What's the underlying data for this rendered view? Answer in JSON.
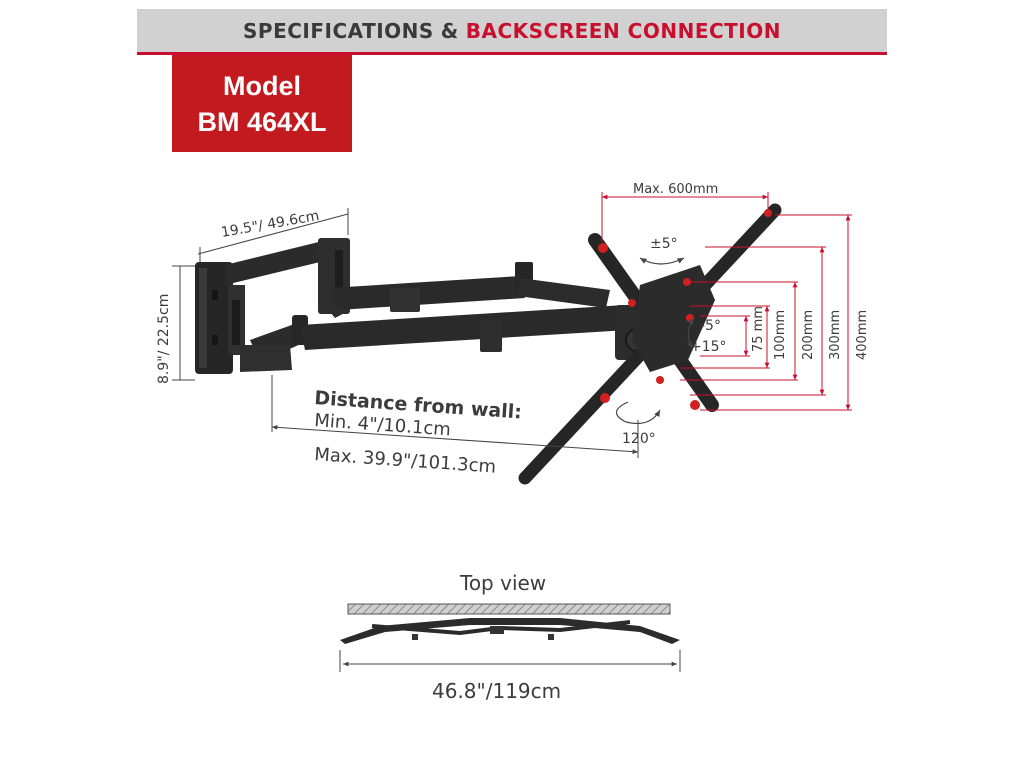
{
  "header": {
    "title_part1": "SPECIFICATIONS",
    "title_amp": "&",
    "title_part2": "BACKSCREEN CONNECTION"
  },
  "model": {
    "line1": "Model",
    "line2": "BM 464XL"
  },
  "dimensions": {
    "arm_length": "19.5\"/ 49.6cm",
    "arm_height": "8.9\"/ 22.5cm",
    "max_width": "Max. 600mm",
    "tilt_range": "±5°",
    "tilt_down": "-5°",
    "tilt_up": "+15°",
    "vesa_75": "75 mm",
    "vesa_100": "100mm",
    "vesa_200": "200mm",
    "vesa_300": "300mm",
    "vesa_400": "400mm",
    "swivel": "120°"
  },
  "distance": {
    "heading": "Distance from wall:",
    "min": "Min. 4\"/10.1cm",
    "max": "Max. 39.9\"/101.3cm"
  },
  "top_view": {
    "title": "Top view",
    "width": "46.8\"/119cm"
  },
  "colors": {
    "accent_red": "#c8102e",
    "mount_black": "#2a2a2a",
    "header_gray": "#d1d1d1"
  }
}
